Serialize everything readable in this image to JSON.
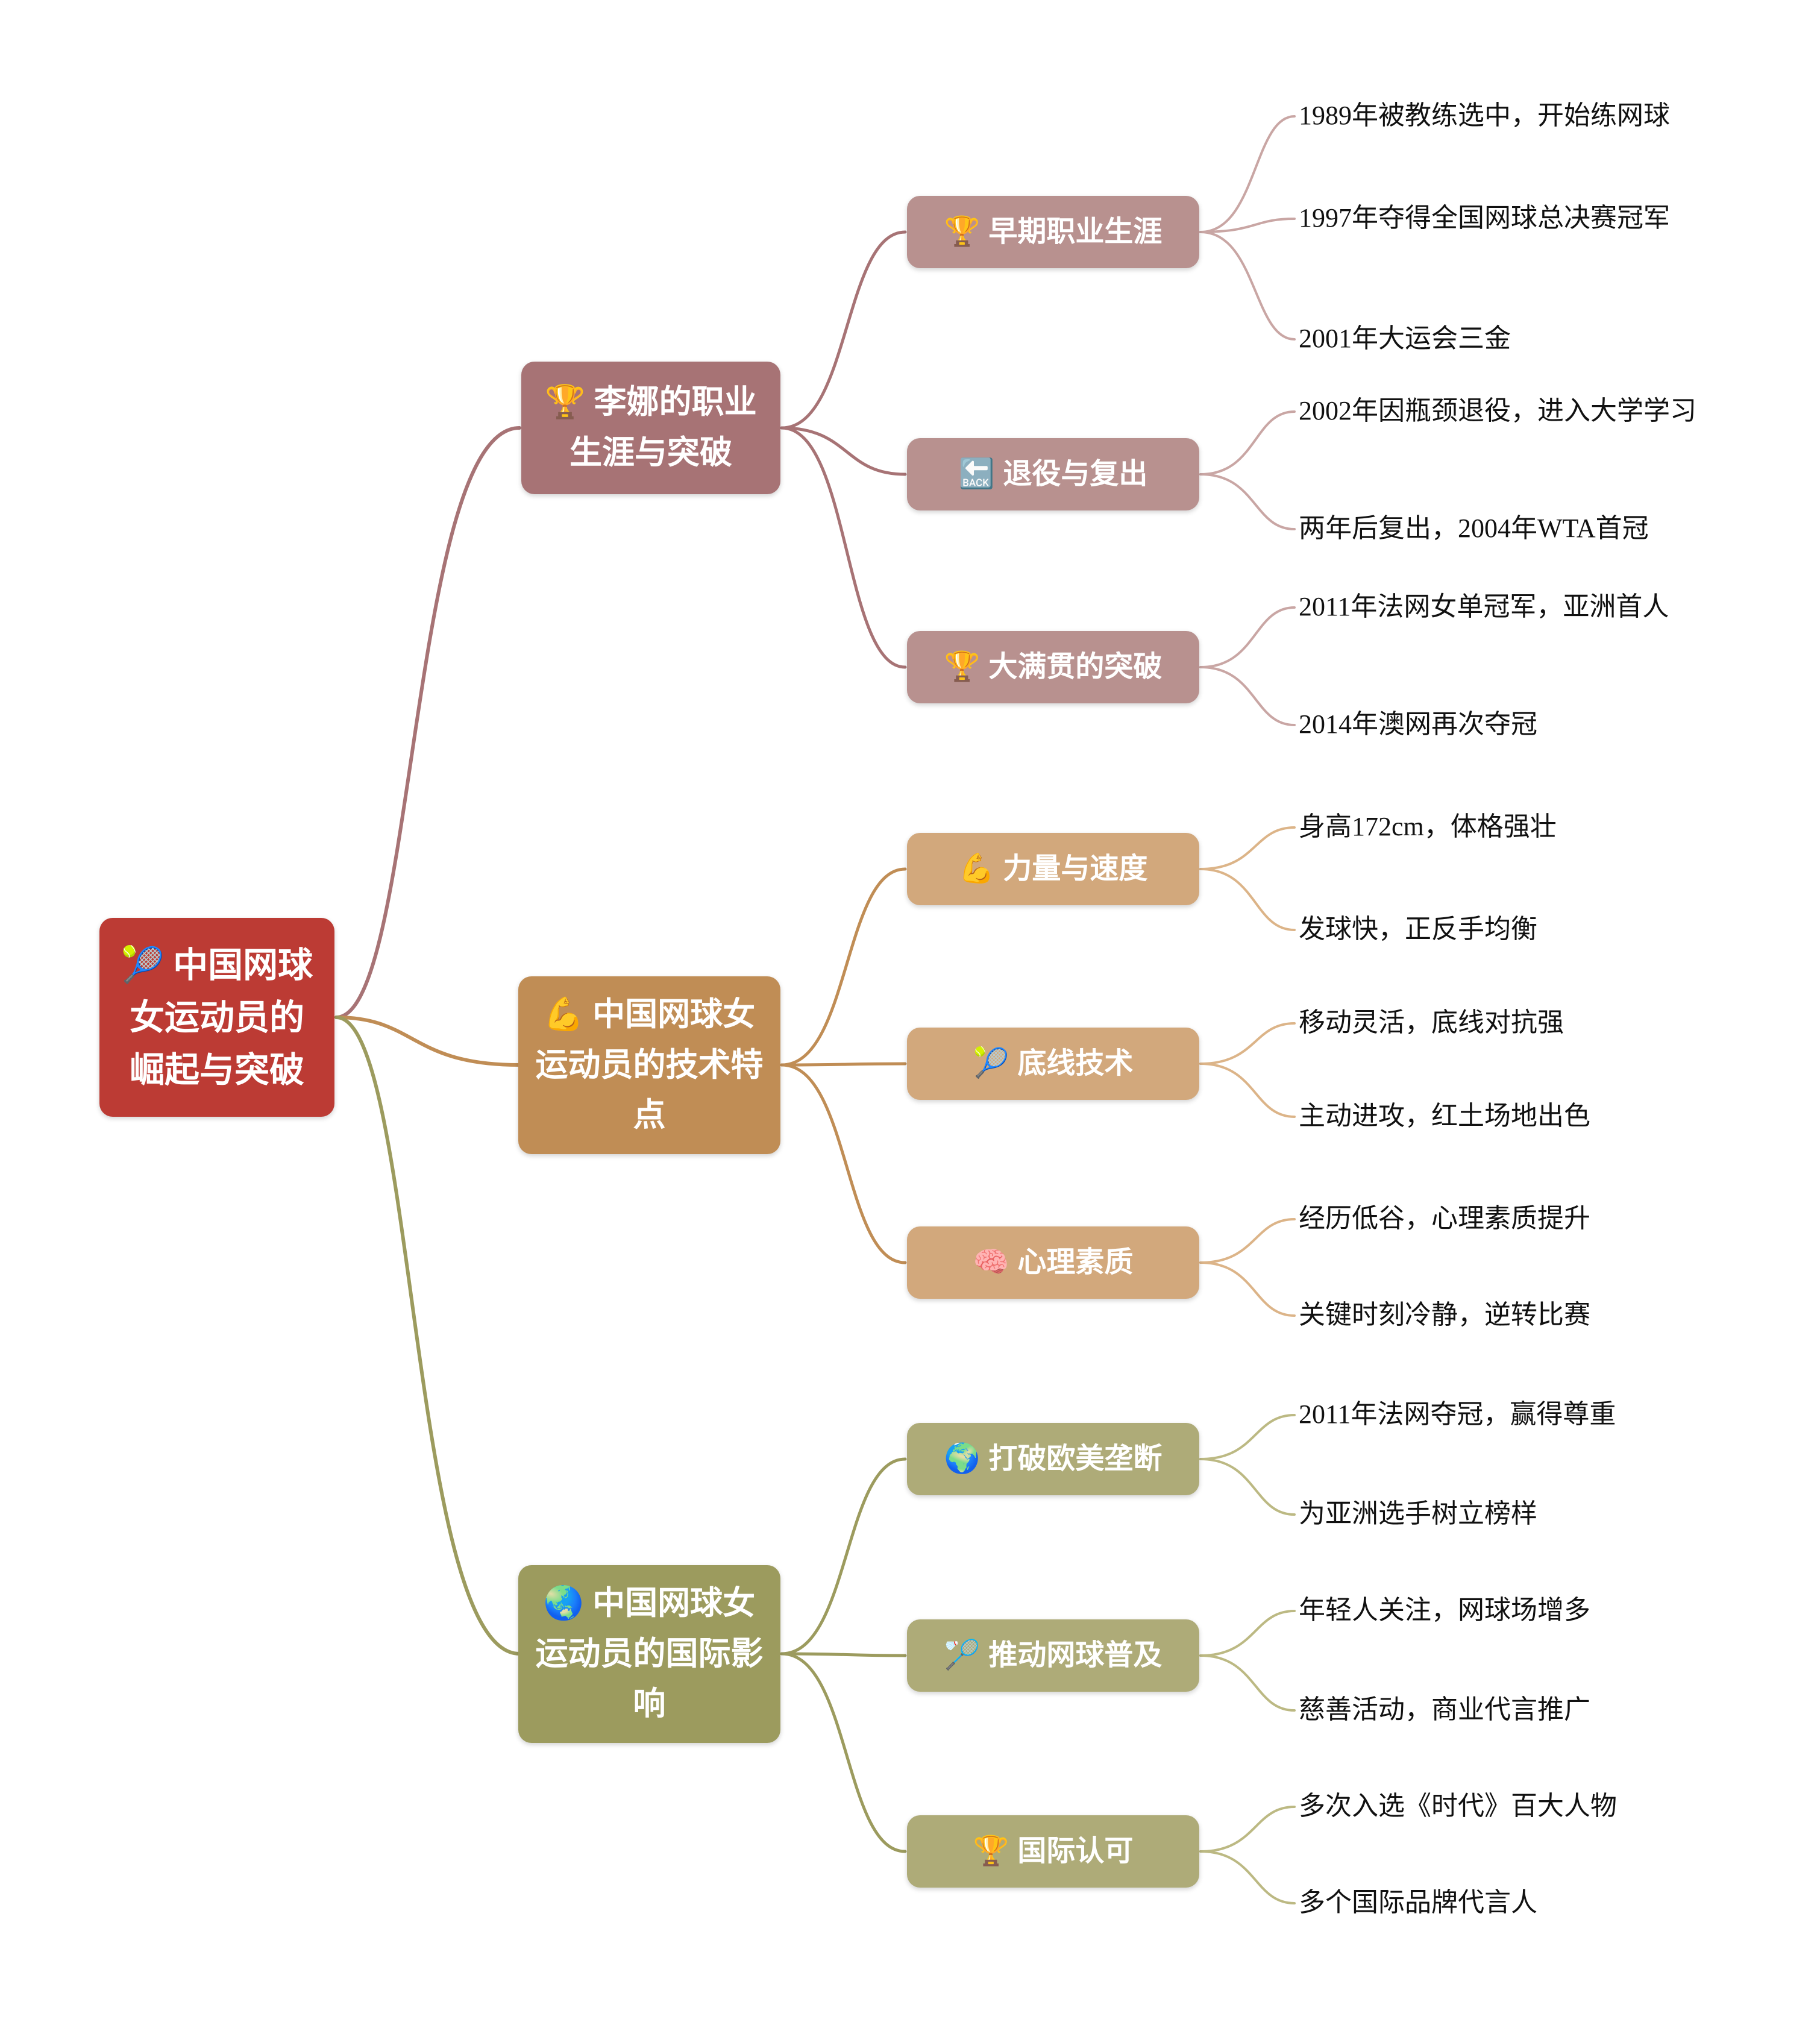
{
  "canvas": {
    "background": "#ffffff",
    "text_color": "#111111"
  },
  "root": {
    "label": "中国网球女运动员的崛起与突破",
    "icon": "tennis-ball",
    "icon_char": "🎾",
    "color": "#bc3b34"
  },
  "branches": [
    {
      "label": "李娜的职业生涯与突破",
      "icon": "trophy",
      "icon_char": "🏆",
      "color": "#a77375",
      "child_color": "#b8918f",
      "leaf_line_color": "#c9a6a4",
      "children": [
        {
          "label": "早期职业生涯",
          "icon": "trophy",
          "icon_char": "🏆",
          "leaves": [
            "1989年被教练选中，开始练网球",
            "1997年夺得全国网球总决赛冠军",
            "2001年大运会三金"
          ]
        },
        {
          "label": "退役与复出",
          "icon": "back-arrow",
          "icon_char": "🔙",
          "leaves": [
            "2002年因瓶颈退役，进入大学学习",
            "两年后复出，2004年WTA首冠"
          ]
        },
        {
          "label": "大满贯的突破",
          "icon": "trophy",
          "icon_char": "🏆",
          "leaves": [
            "2011年法网女单冠军，亚洲首人",
            "2014年澳网再次夺冠"
          ]
        }
      ]
    },
    {
      "label": "中国网球女运动员的技术特点",
      "icon": "flexed-biceps",
      "icon_char": "💪",
      "color": "#c08d55",
      "child_color": "#d2a87c",
      "leaf_line_color": "#dcb488",
      "children": [
        {
          "label": "力量与速度",
          "icon": "flexed-biceps",
          "icon_char": "💪",
          "leaves": [
            "身高172cm，体格强壮",
            "发球快，正反手均衡"
          ]
        },
        {
          "label": "底线技术",
          "icon": "tennis-ball",
          "icon_char": "🎾",
          "leaves": [
            "移动灵活，底线对抗强",
            "主动进攻，红土场地出色"
          ]
        },
        {
          "label": "心理素质",
          "icon": "brain",
          "icon_char": "🧠",
          "leaves": [
            "经历低谷，心理素质提升",
            "关键时刻冷静，逆转比赛"
          ]
        }
      ]
    },
    {
      "label": "中国网球女运动员的国际影响",
      "icon": "globe",
      "icon_char": "🌏",
      "color": "#9c9b5e",
      "child_color": "#aeab78",
      "leaf_line_color": "#bcb983",
      "children": [
        {
          "label": "打破欧美垄断",
          "icon": "globe",
          "icon_char": "🌍",
          "leaves": [
            "2011年法网夺冠，赢得尊重",
            "为亚洲选手树立榜样"
          ]
        },
        {
          "label": "推动网球普及",
          "icon": "badminton-racquet",
          "icon_char": "🏸",
          "leaves": [
            "年轻人关注，网球场增多",
            "慈善活动，商业代言推广"
          ]
        },
        {
          "label": "国际认可",
          "icon": "trophy",
          "icon_char": "🏆",
          "leaves": [
            "多次入选《时代》百大人物",
            "多个国际品牌代言人"
          ]
        }
      ]
    }
  ]
}
